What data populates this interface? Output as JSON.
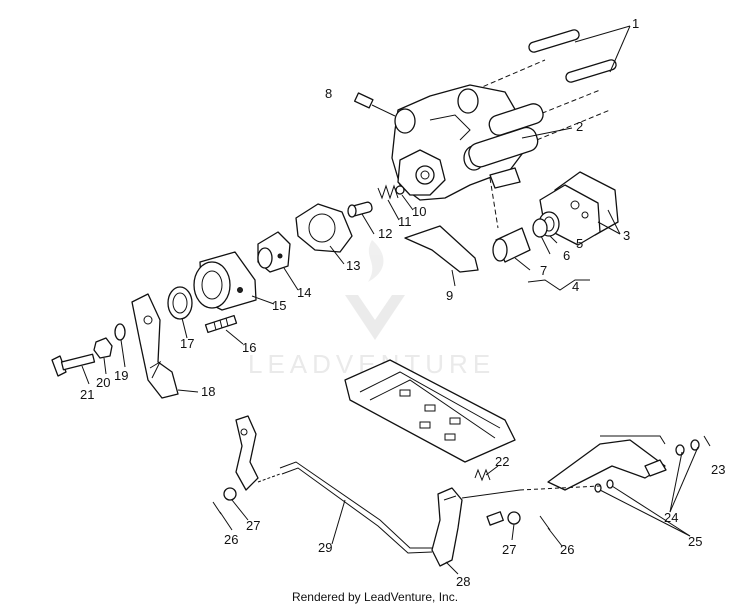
{
  "watermark": {
    "text": "LEADVENTURE"
  },
  "footer": {
    "text": "Rendered by LeadVenture, Inc."
  },
  "labels": {
    "n1": "1",
    "n2": "2",
    "n3": "3",
    "n4": "4",
    "n5": "5",
    "n6": "6",
    "n7": "7",
    "n8": "8",
    "n9": "9",
    "n10": "10",
    "n11": "11",
    "n12": "12",
    "n13": "13",
    "n14": "14",
    "n15": "15",
    "n16": "16",
    "n17": "17",
    "n18": "18",
    "n19": "19",
    "n20": "20",
    "n21": "21",
    "n22": "22",
    "n23": "23",
    "n24": "24",
    "n25": "25",
    "n26a": "26",
    "n26b": "26",
    "n27a": "27",
    "n27b": "27",
    "n28": "28",
    "n29": "29"
  }
}
